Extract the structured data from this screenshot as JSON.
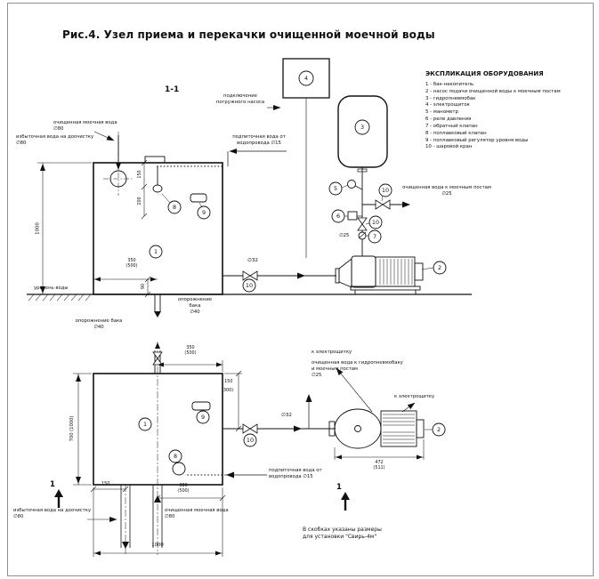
{
  "title": "Рис.4. Узел приема и перекачки очищенной моечной воды",
  "section_view_label": "1-1",
  "section_cut_number": "1",
  "legend": {
    "heading": "ЭКСПЛИКАЦИЯ ОБОРУДОВАНИЯ",
    "items": [
      "1 - бак-накопитель",
      "2 - насос подачи очищенной воды к моечным постам",
      "3 - гидропневмобак",
      "4 - электрощиток",
      "5 - манометр",
      "6 - реле давления",
      "7 - обратный клапан",
      "8 - поплавковый клапан",
      "9 - поплавковый регулятор уровня воды",
      "10 - шаровой кран"
    ]
  },
  "callouts": {
    "n1": "1",
    "n2": "2",
    "n3": "3",
    "n4": "4",
    "n5": "5",
    "n6": "6",
    "n7": "7",
    "n8": "8",
    "n9": "9",
    "n10": "10"
  },
  "labels": {
    "clean_water_in_top": "очищенная моечная вода\n∅80",
    "excess_water_top": "избыточная вода на доочистку\n∅80",
    "submersible_pump": "подключение\nпогружного насоса",
    "makeup_water_top": "подпиточная вода от\nводопровода ∅15",
    "clean_water_to_posts": "очищенная вода к моечным постам\n∅25",
    "d25_riser": "∅25",
    "d32_top": "∅32",
    "water_level": "уровень воды",
    "tank_drain_top": "опорожнение бака\n∅40",
    "tank_drain_plan": "опорожнение бака\n∅40",
    "to_panel_1": "к электрощитку",
    "to_panel_2": "к электрощитку",
    "clean_water_to_hydro": "очищенная вода к гидропневмобаку\nи моечным постам\n∅25",
    "d32_plan": "∅32",
    "makeup_water_plan": "подпиточная вода от\nводопровода ∅15",
    "excess_water_plan": "избыточная вода на доочистку\n∅80",
    "clean_water_plan": "очищенная моечная вода\n∅80"
  },
  "dims": {
    "tank_height": "1000",
    "top_150": "150",
    "top_200": "200",
    "drain_offset": "350\n(500)",
    "d90": "90",
    "plan_drain_offset": "350\n(500)",
    "plan_right_a": "150",
    "plan_right_b": "(300)",
    "pump_length": "472\n(511)",
    "tank_depth": "700 (1000)",
    "bottom_150": "150",
    "bottom_380": "380\n(500)",
    "tank_width": "1000"
  },
  "note": "В скобках указаны размеры\nдля установки \"Свирь-4м\""
}
